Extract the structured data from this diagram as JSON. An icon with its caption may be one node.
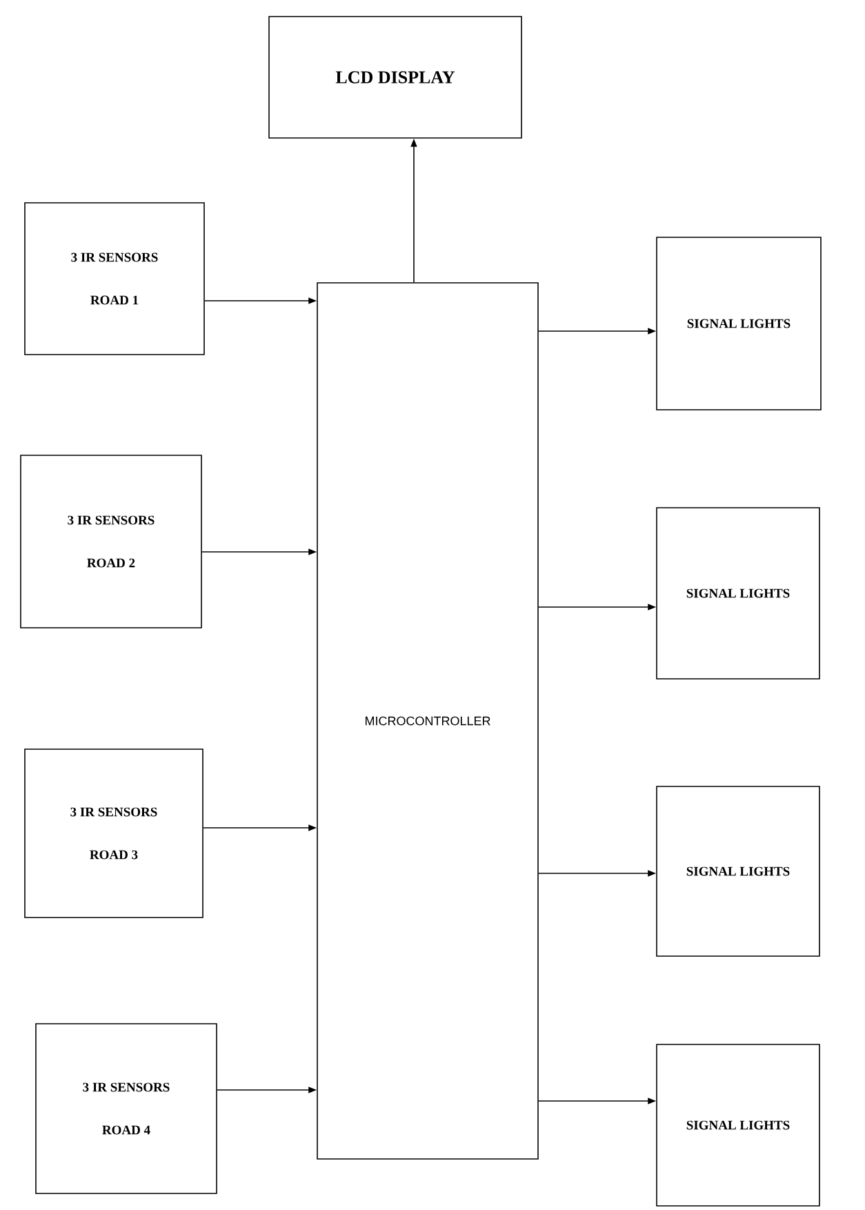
{
  "diagram": {
    "nodes": [
      {
        "text": [
          "LCD DISPLAY"
        ]
      },
      {
        "text": [
          "3 IR SENSORS",
          "ROAD 1"
        ]
      },
      {
        "text": [
          "3 IR SENSORS",
          "ROAD 2"
        ]
      },
      {
        "text": [
          "3 IR SENSORS",
          "ROAD 3"
        ]
      },
      {
        "text": [
          "3 IR SENSORS",
          "ROAD 4"
        ]
      },
      {
        "text": [
          "MICROCONTROLLER"
        ]
      },
      {
        "text": [
          "SIGNAL LIGHTS"
        ]
      },
      {
        "text": [
          "SIGNAL LIGHTS"
        ]
      },
      {
        "text": [
          "SIGNAL LIGHTS"
        ]
      },
      {
        "text": [
          "SIGNAL LIGHTS"
        ]
      }
    ],
    "edges": [
      {
        "from": 1,
        "to": 5,
        "arrow": "to"
      },
      {
        "from": 2,
        "to": 5,
        "arrow": "to"
      },
      {
        "from": 3,
        "to": 5,
        "arrow": "to"
      },
      {
        "from": 4,
        "to": 5,
        "arrow": "to"
      },
      {
        "from": 5,
        "to": 0,
        "arrow": "to"
      },
      {
        "from": 5,
        "to": 6,
        "arrow": "to"
      },
      {
        "from": 5,
        "to": 7,
        "arrow": "to"
      },
      {
        "from": 5,
        "to": 8,
        "arrow": "to"
      },
      {
        "from": 5,
        "to": 9,
        "arrow": "to"
      }
    ]
  }
}
